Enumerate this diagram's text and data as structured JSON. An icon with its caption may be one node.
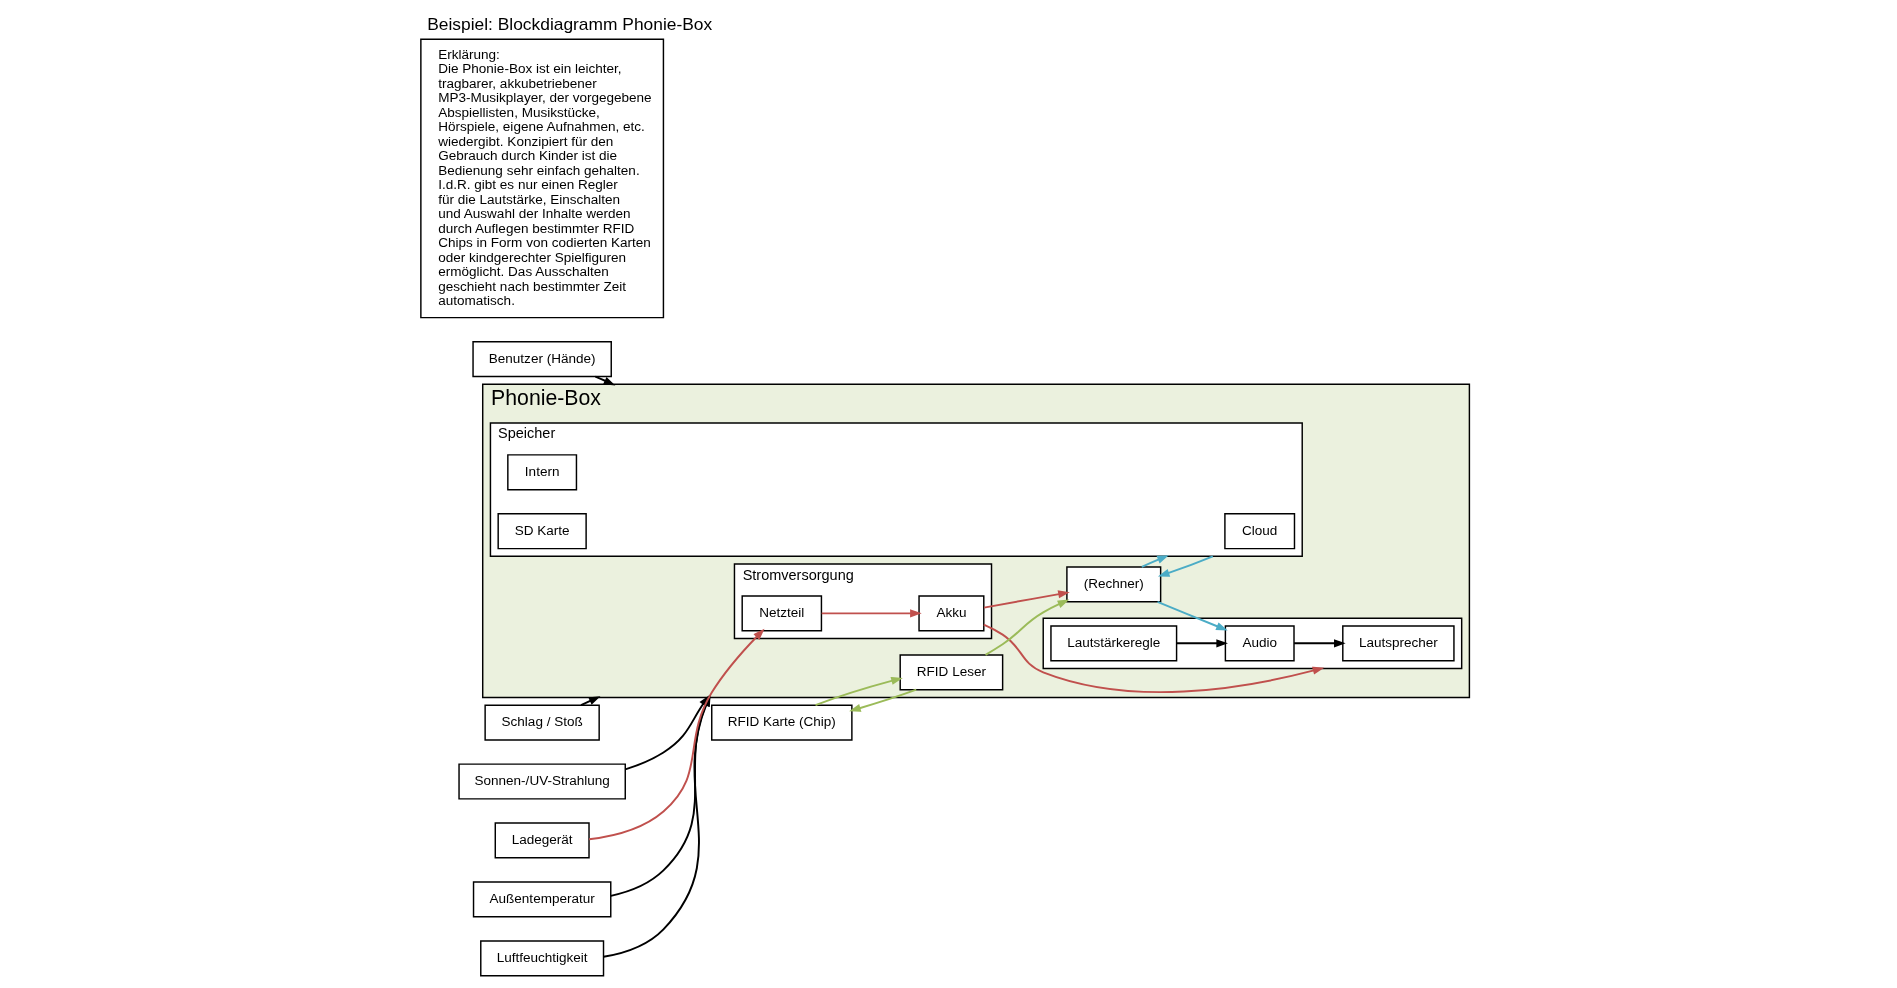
{
  "diagram": {
    "title": "Beispiel: Blockdiagramm Phonie-Box",
    "nodes": [
      {
        "text": [
          "Benutzer (Hände)"
        ]
      },
      {
        "text": [
          "Außentemperatur"
        ]
      },
      {
        "text": [
          "Luftfeuchtigkeit"
        ]
      },
      {
        "text": [
          "Schlag / Stoß"
        ]
      },
      {
        "text": [
          "Sonnen-/UV-Strahlung"
        ]
      },
      {
        "text": [
          "RFID Karte (Chip)"
        ]
      },
      {
        "text": [
          "Phonie-Box"
        ]
      },
      {
        "text": [
          "Stromversorgung"
        ],
        "in": 6
      },
      {
        "text": [
          "Netzteil"
        ],
        "in": 7
      },
      {
        "text": [
          "Akku"
        ],
        "in": 7
      },
      {
        "text": [
          "RFID Leser"
        ],
        "in": 6
      },
      {
        "text": [
          "(Rechner)"
        ],
        "in": 6
      },
      {
        "text": [
          "Speicher"
        ],
        "in": 6
      },
      {
        "text": [
          "Cloud"
        ],
        "in": 12
      },
      {
        "text": [
          "Intern"
        ],
        "in": 12
      },
      {
        "text": [
          "SD Karte"
        ],
        "in": 12
      },
      {
        "text": [],
        "shape": "box",
        "in": 6
      },
      {
        "text": [
          "Lautsprecher"
        ],
        "in": 16
      },
      {
        "text": [
          "Audio"
        ],
        "in": 16
      },
      {
        "text": [
          "Lautstärkeregle"
        ],
        "in": 16
      },
      {
        "text": [
          "Ladegerät"
        ]
      },
      {
        "text": [
          "Erklärung:",
          "Die Phonie-Box ist ein leichter, tragbarer, akkubetriebener MP3-Musikplayer, der vorgegebene Abspiellisten, Musikstücke, Hörspiele, eigene Aufnahmen, etc. wiedergibt. Konzipiert für den Gebrauch durch Kinder ist die Bedienung sehr einfach gehalten. I.d.R. gibt es nur einen Regler für die Lautstärke, Einschalten und Auswahl der Inhalte werden durch Auflegen bestimmter RFID Chips in Form von codierten Karten oder kindgerechter Spielfiguren ermöglicht. Das Ausschalten geschieht nach bestimmter Zeit automatisch."
        ]
      }
    ],
    "edges": [
      {
        "from": 0,
        "to": 6,
        "arrow": "to"
      },
      {
        "from": 1,
        "to": 6,
        "arrow": "to"
      },
      {
        "from": 2,
        "to": 6,
        "arrow": "to"
      },
      {
        "from": 3,
        "to": 6,
        "arrow": "to"
      },
      {
        "from": 4,
        "to": 6,
        "arrow": "to"
      },
      {
        "from": 10,
        "to": 5,
        "arrow": "to",
        "color": "#9bbb59"
      },
      {
        "from": 5,
        "to": 10,
        "arrow": "to",
        "color": "#9bbb59"
      },
      {
        "from": 10,
        "to": 11,
        "arrow": "to",
        "color": "#9bbb59"
      },
      {
        "from": 8,
        "to": 9,
        "arrow": "to",
        "color": "#c0504d"
      },
      {
        "from": 9,
        "to": 11,
        "arrow": "to",
        "color": "#c0504d"
      },
      {
        "from": 9,
        "to": 16,
        "arrow": "to",
        "color": "#c0504d"
      },
      {
        "from": 20,
        "to": 8,
        "arrow": "to",
        "color": "#c0504d"
      },
      {
        "from": 11,
        "to": 12,
        "arrow": "to",
        "color": "#4bacc6"
      },
      {
        "from": 12,
        "to": 11,
        "arrow": "to",
        "color": "#4bacc6"
      },
      {
        "from": 11,
        "to": 18,
        "arrow": "to",
        "color": "#4bacc6"
      },
      {
        "from": 18,
        "to": 17,
        "arrow": "to"
      },
      {
        "from": 19,
        "to": 18,
        "arrow": "to"
      }
    ]
  }
}
